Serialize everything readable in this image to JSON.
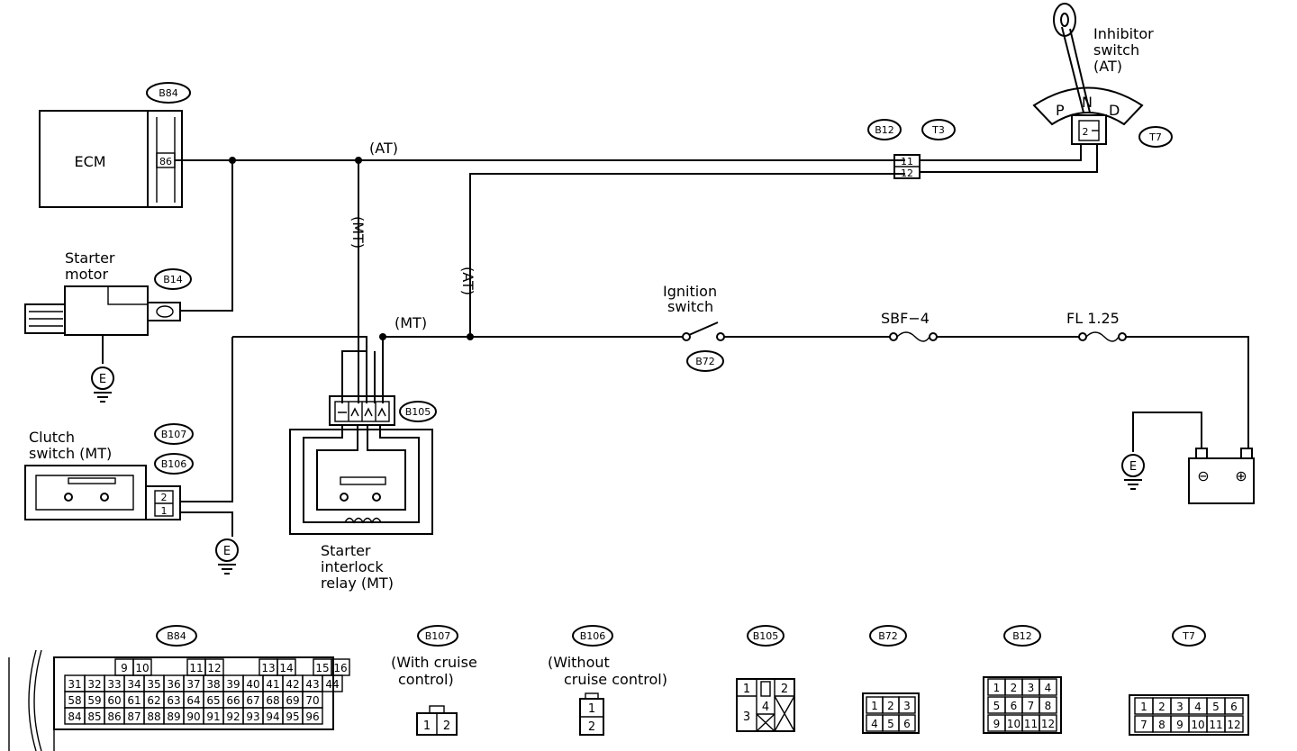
{
  "components": {
    "ecm": "ECM",
    "ecm_pin": "86",
    "starter_motor": [
      "Starter",
      "motor"
    ],
    "clutch_switch": [
      "Clutch",
      "switch (MT)"
    ],
    "starter_interlock_relay": [
      "Starter",
      "interlock",
      "relay (MT)"
    ],
    "ignition_switch": [
      "Ignition",
      "switch"
    ],
    "inhibitor_switch": [
      "Inhibitor",
      "switch",
      "(AT)"
    ],
    "fuse_sbf": "SBF−4",
    "fuse_fl": "FL 1.25",
    "ground": "E",
    "battery_neg": "⊖",
    "battery_pos": "⊕",
    "prnd": [
      "P",
      "N",
      "D"
    ],
    "inhibitor_pin": "2"
  },
  "wire_labels": {
    "at_top": "(AT)",
    "mt_vertical": "(MT)",
    "at_vertical": "(AT)",
    "mt_relay": "(MT)"
  },
  "connectors": {
    "b84": "B84",
    "b14": "B14",
    "b107": "B107",
    "b106": "B106",
    "b105": "B105",
    "b72": "B72",
    "b12": "B12",
    "t3": "T3",
    "t7": "T7",
    "b12_pins": [
      "11",
      "12"
    ],
    "clutch_pins": [
      "2",
      "1"
    ]
  },
  "legend": {
    "b84": {
      "code": "B84",
      "row1": [
        "",
        "",
        "9",
        "10",
        "",
        "",
        "11",
        "12",
        "",
        "",
        "13",
        "14",
        "",
        "15",
        "16"
      ],
      "row2": [
        "31",
        "32",
        "33",
        "34",
        "35",
        "36",
        "37",
        "38",
        "39",
        "40",
        "41",
        "42",
        "43",
        "44"
      ],
      "row3": [
        "58",
        "59",
        "60",
        "61",
        "62",
        "63",
        "64",
        "65",
        "66",
        "67",
        "68",
        "69",
        "70"
      ],
      "row4": [
        "84",
        "85",
        "86",
        "87",
        "88",
        "89",
        "90",
        "91",
        "92",
        "93",
        "94",
        "95",
        "96"
      ]
    },
    "b107": {
      "code": "B107",
      "caption": [
        "(With cruise",
        "control)"
      ],
      "pins": [
        "1",
        "2"
      ]
    },
    "b106": {
      "code": "B106",
      "caption": [
        "(Without",
        "cruise control)"
      ],
      "pins": [
        "1",
        "2"
      ]
    },
    "b105": {
      "code": "B105",
      "pins": [
        "1",
        "2",
        "3",
        "4"
      ]
    },
    "b72": {
      "code": "B72",
      "pins": [
        "1",
        "2",
        "3",
        "4",
        "5",
        "6"
      ]
    },
    "b12": {
      "code": "B12",
      "pins": [
        "1",
        "2",
        "3",
        "4",
        "5",
        "6",
        "7",
        "8",
        "9",
        "10",
        "11",
        "12"
      ]
    },
    "t7": {
      "code": "T7",
      "pins": [
        "1",
        "2",
        "3",
        "4",
        "5",
        "6",
        "7",
        "8",
        "9",
        "10",
        "11",
        "12"
      ]
    }
  }
}
